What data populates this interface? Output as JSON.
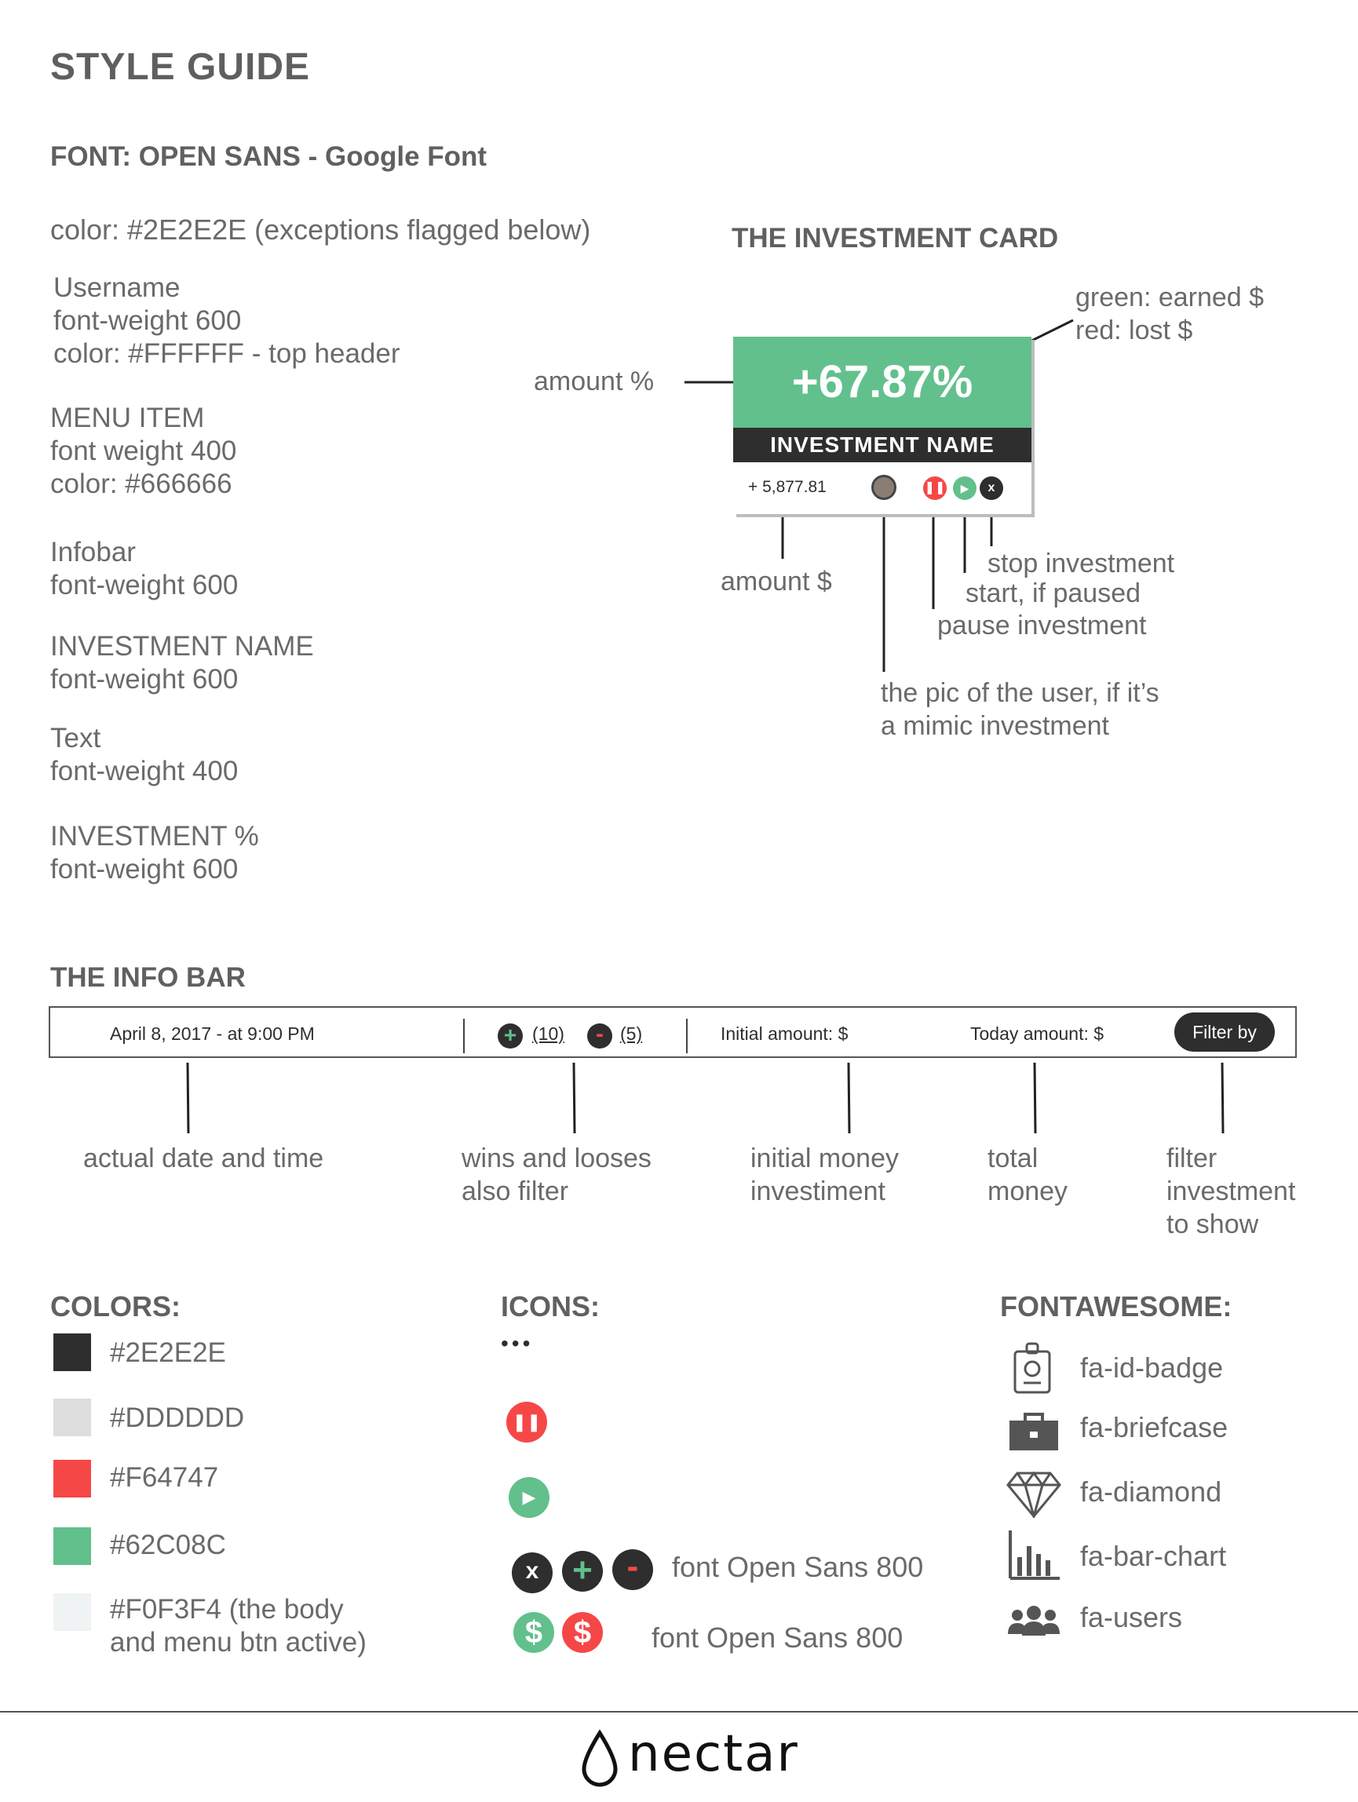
{
  "title": "STYLE GUIDE",
  "font_line": "FONT: OPEN SANS - Google Font",
  "color_line": "color: #2E2E2E (exceptions flagged below)",
  "specs": {
    "username": [
      "Username",
      "font-weight 600",
      "color: #FFFFFF -  top header"
    ],
    "menu_item": [
      "MENU ITEM",
      "font weight 400",
      "color: #666666"
    ],
    "infobar": [
      "Infobar",
      "font-weight 600"
    ],
    "investment_name": [
      "INVESTMENT NAME",
      "font-weight 600"
    ],
    "text": [
      "Text",
      "font-weight 400"
    ],
    "investment_pct": [
      "INVESTMENT %",
      "font-weight 600"
    ]
  },
  "card_section": {
    "title": "THE INVESTMENT CARD",
    "percent": "+67.87%",
    "name": "INVESTMENT NAME",
    "amount": "+ 5,877.81",
    "annotations": {
      "color_note_1": "green: earned $",
      "color_note_2": "red: lost $",
      "amount_pct": "amount %",
      "amount_usd": "amount $",
      "stop": "stop investment",
      "start": "start, if paused",
      "pause": "pause investment",
      "pic_1": "the pic of the user, if it’s",
      "pic_2": "a mimic investment"
    }
  },
  "info_bar": {
    "title": "THE INFO BAR",
    "date": "April 8, 2017 - at 9:00 PM",
    "wins": "(10)",
    "losses": "(5)",
    "initial": "Initial amount: $",
    "today": "Today amount: $",
    "filter": "Filter by",
    "annotations": {
      "date": "actual date and time",
      "wins_1": "wins and looses",
      "wins_2": "also filter",
      "initial_1": "initial money",
      "initial_2": "investiment",
      "total_1": "total",
      "total_2": "money",
      "filter_1": "filter",
      "filter_2": "investment",
      "filter_3": "to show"
    }
  },
  "colors": {
    "title": "COLORS:",
    "items": [
      {
        "hex": "#2E2E2E",
        "label": "#2E2E2E"
      },
      {
        "hex": "#DDDDDD",
        "label": "#DDDDDD"
      },
      {
        "hex": "#F64747",
        "label": "#F64747"
      },
      {
        "hex": "#62C08C",
        "label": "#62C08C"
      },
      {
        "hex": "#F0F3F4",
        "label": "#F0F3F4 (the body"
      }
    ],
    "last_label_2": "and menu btn active)"
  },
  "icons": {
    "title": "ICONS:",
    "dots": "•••",
    "row1_label": "font Open Sans 800",
    "row2_label": "font Open Sans 800",
    "names": [
      "more-dots-icon",
      "pause-icon",
      "play-icon",
      "close-icon",
      "plus-icon",
      "minus-icon",
      "dollar-icon"
    ]
  },
  "fontawesome": {
    "title": "FONTAWESOME:",
    "items": [
      "fa-id-badge",
      "fa-briefcase",
      "fa-diamond",
      "fa-bar-chart",
      "fa-users"
    ]
  },
  "footer": {
    "brand": "nectar"
  }
}
